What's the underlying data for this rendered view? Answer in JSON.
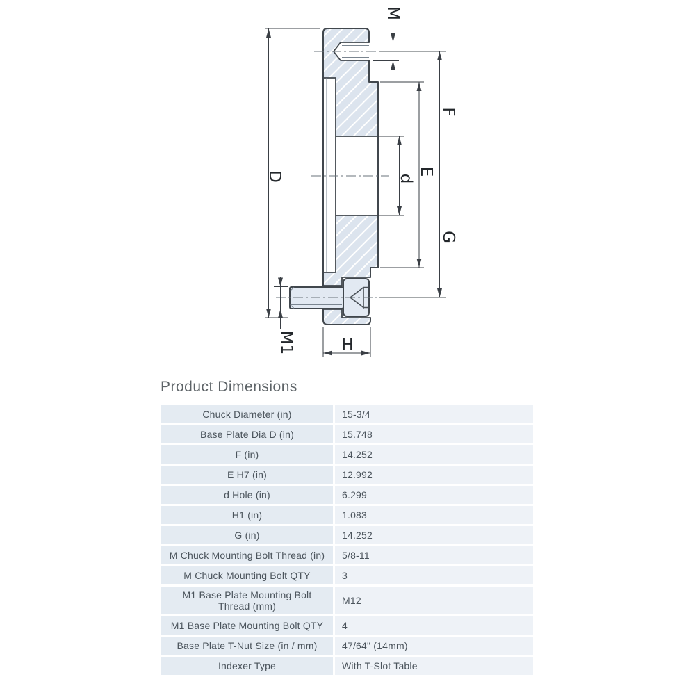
{
  "drawing": {
    "dimension_labels": {
      "D": "D",
      "F": "F",
      "E": "E",
      "G": "G",
      "d": "d",
      "M": "M",
      "M1": "M1",
      "H": "H"
    }
  },
  "section_title": "Product Dimensions",
  "table": {
    "rows": [
      {
        "label": "Chuck Diameter (in)",
        "value": "15-3/4"
      },
      {
        "label": "Base Plate Dia D (in)",
        "value": "15.748"
      },
      {
        "label": "F (in)",
        "value": "14.252"
      },
      {
        "label": "E H7 (in)",
        "value": "12.992"
      },
      {
        "label": "d Hole (in)",
        "value": "6.299"
      },
      {
        "label": "H1 (in)",
        "value": "1.083"
      },
      {
        "label": "G (in)",
        "value": "14.252"
      },
      {
        "label": "M Chuck Mounting  Bolt Thread (in)",
        "value": "5/8-11"
      },
      {
        "label": "M Chuck Mounting Bolt QTY",
        "value": "3"
      },
      {
        "label": "M1 Base Plate Mounting Bolt Thread (mm)",
        "value": "M12"
      },
      {
        "label": "M1 Base Plate Mounting  Bolt QTY",
        "value": "4"
      },
      {
        "label": "Base Plate T-Nut Size (in / mm)",
        "value": "47/64\" (14mm)"
      },
      {
        "label": "Indexer Type",
        "value": "With T-Slot Table"
      }
    ]
  },
  "colors": {
    "section_fill": "#dce4ee",
    "outline": "#41474d",
    "dim_line": "#3a3f45",
    "hatch_line": "#ffffff",
    "row_label_bg": "#e4ebf2",
    "row_value_bg": "#eef2f7",
    "table_text": "#4b545c",
    "title_text": "#5d6367"
  }
}
